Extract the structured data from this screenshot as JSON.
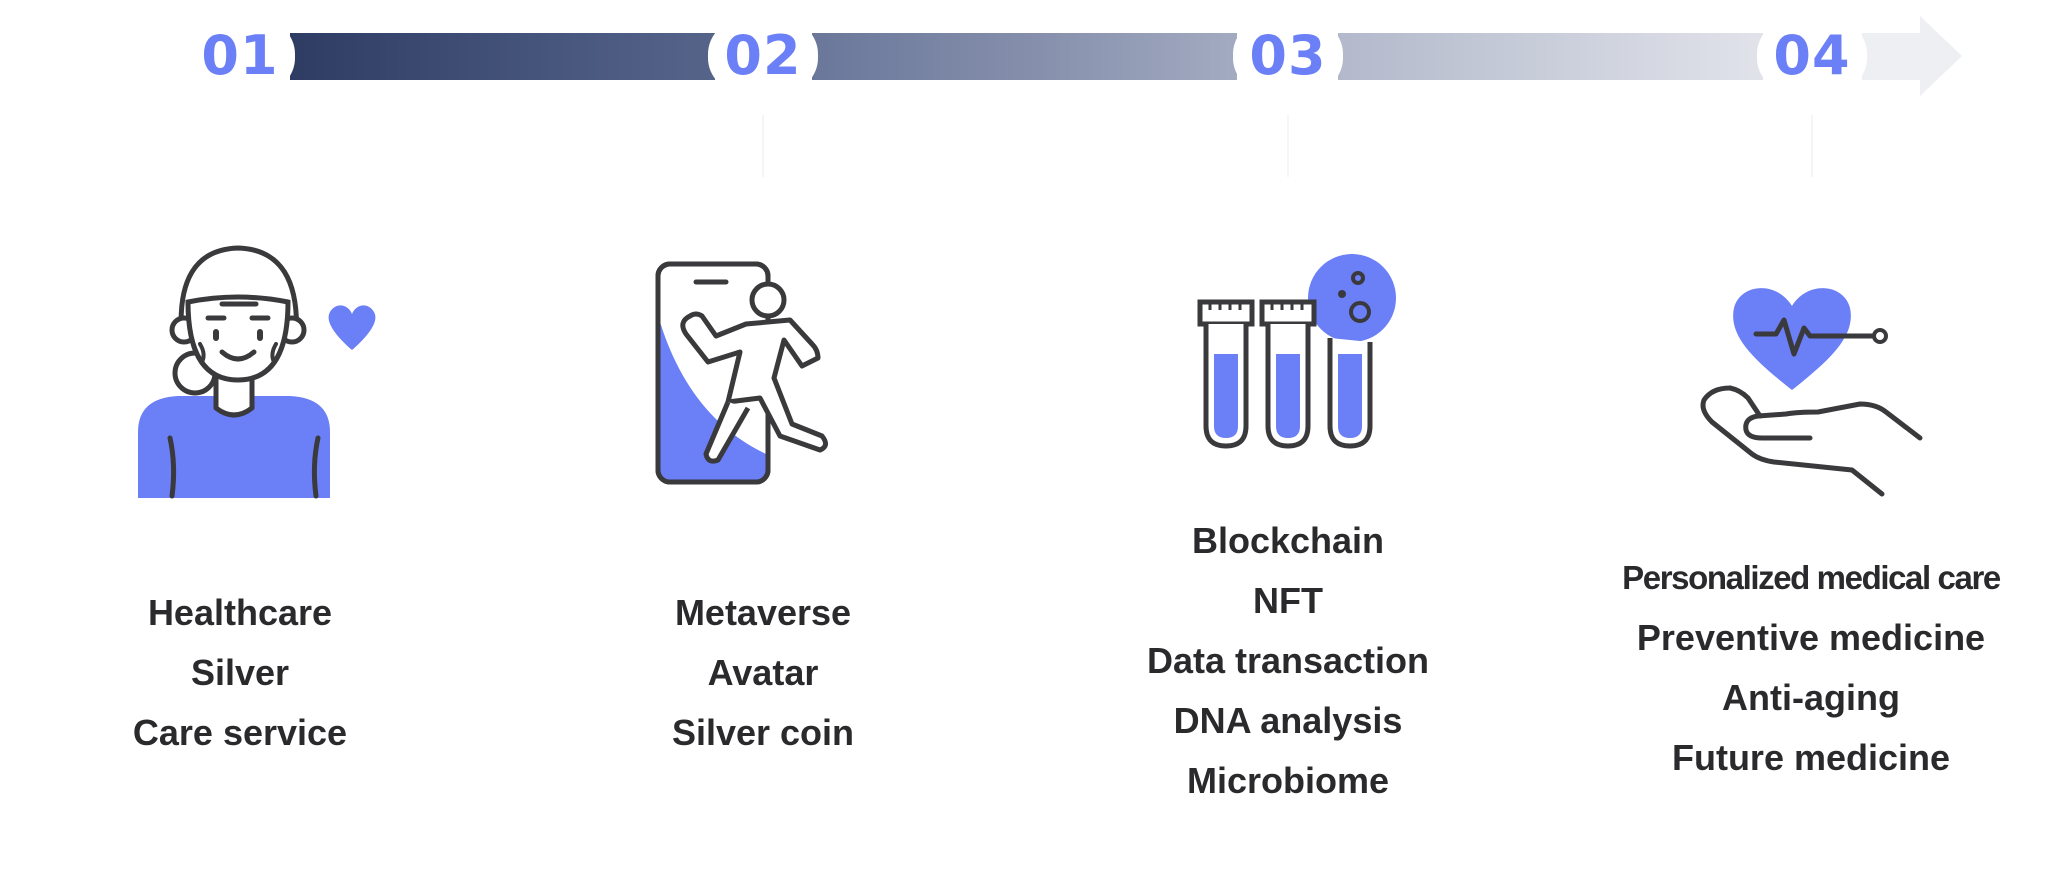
{
  "steps": [
    {
      "number": "01",
      "icon": "elderly-person-heart-icon",
      "lines": [
        "Healthcare",
        "Silver",
        "Care service"
      ]
    },
    {
      "number": "02",
      "icon": "metaverse-avatar-phone-icon",
      "lines": [
        "Metaverse",
        "Avatar",
        "Silver coin"
      ]
    },
    {
      "number": "03",
      "icon": "test-tubes-microbe-icon",
      "lines": [
        "Blockchain",
        "NFT",
        "Data transaction",
        "DNA analysis",
        "Microbiome"
      ]
    },
    {
      "number": "04",
      "icon": "hand-heart-pulse-icon",
      "lines": [
        "Personalized medical care",
        "Preventive medicine",
        "Anti-aging",
        "Future medicine"
      ]
    }
  ],
  "colors": {
    "accent": "#6b7ff7",
    "icon_stroke": "#3a3a3c",
    "bar_dark": "#2e3c63",
    "bar_light": "#eeeff3",
    "text": "#2a2a2d"
  }
}
